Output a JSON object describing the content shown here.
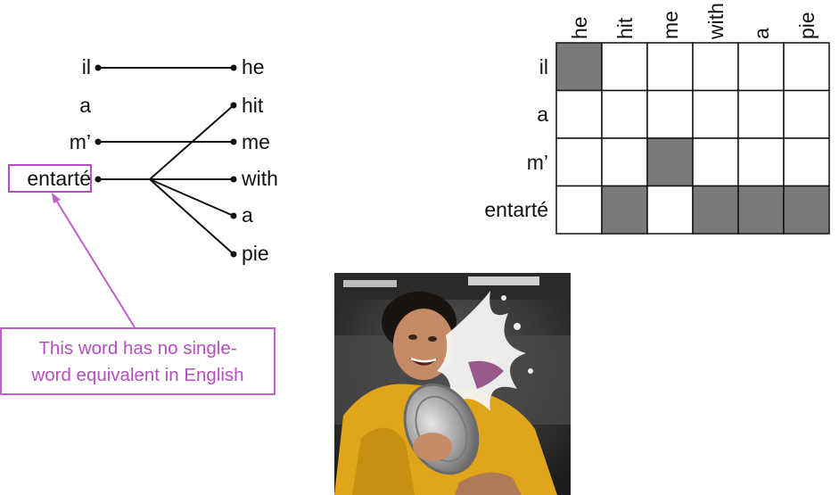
{
  "alignment": {
    "source_words": [
      "il",
      "a",
      "m’",
      "entarté"
    ],
    "target_words": [
      "he",
      "hit",
      "me",
      "with",
      "a",
      "pie"
    ],
    "links": [
      [
        0,
        0
      ],
      [
        2,
        2
      ],
      [
        3,
        1
      ],
      [
        3,
        3
      ],
      [
        3,
        4
      ],
      [
        3,
        5
      ]
    ],
    "highlighted_word": "entarté",
    "callout_line1": "This word has no single-",
    "callout_line2": "word equivalent in English"
  },
  "matrix": {
    "rows": [
      "il",
      "a",
      "m’",
      "entarté"
    ],
    "cols": [
      "he",
      "hit",
      "me",
      "with",
      "a",
      "pie"
    ],
    "cells": [
      [
        1,
        0,
        0,
        0,
        0,
        0
      ],
      [
        0,
        0,
        0,
        0,
        0,
        0
      ],
      [
        0,
        0,
        1,
        0,
        0,
        0
      ],
      [
        0,
        1,
        0,
        1,
        1,
        1
      ]
    ],
    "filled_color": "#7a7a7a"
  },
  "photo": {
    "subject": "woman being hit in the face with a cream pie"
  }
}
